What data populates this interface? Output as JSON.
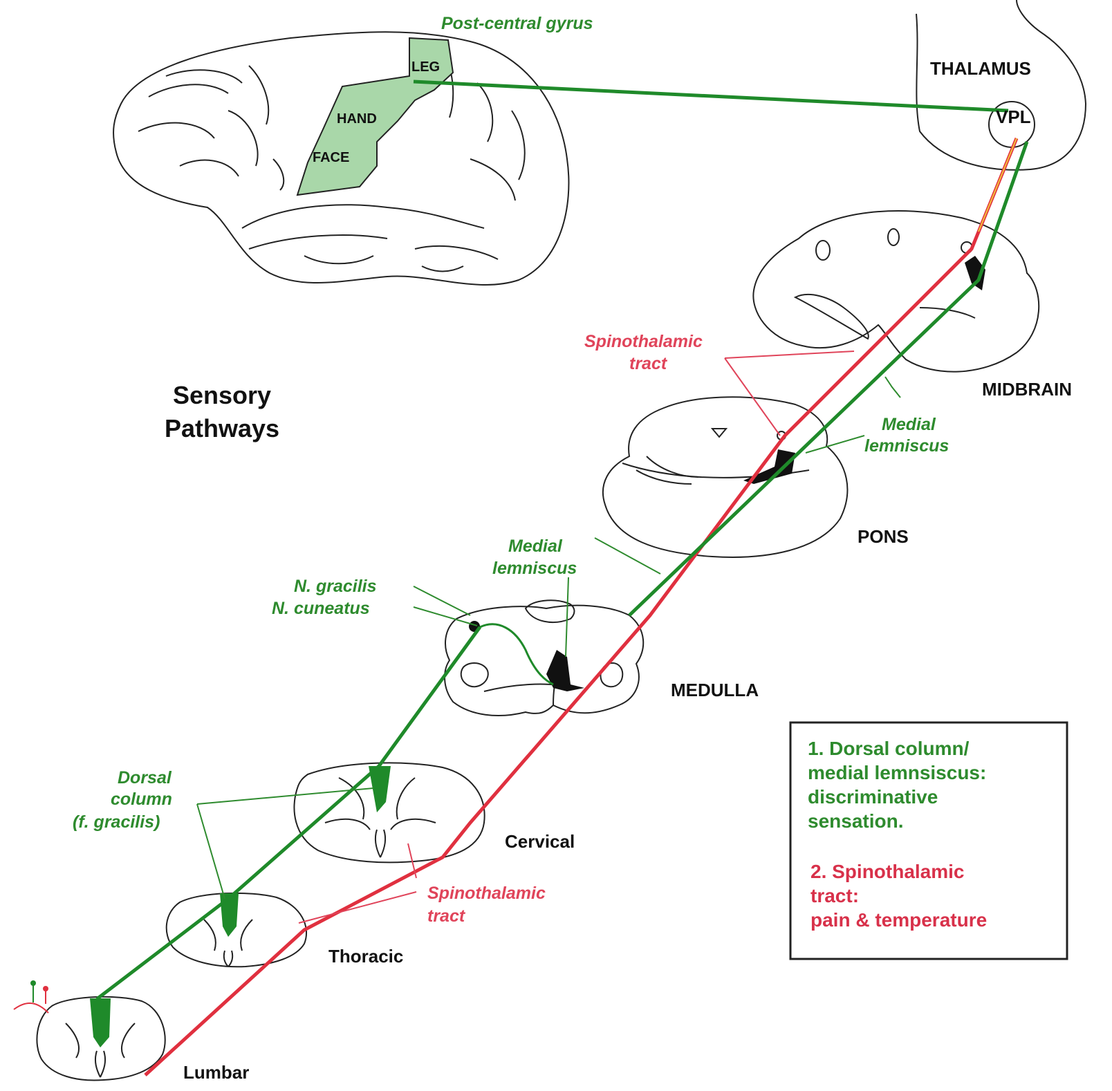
{
  "title": {
    "line1": "Sensory",
    "line2": "Pathways"
  },
  "cortex": {
    "gyrus_label": "Post-central gyrus",
    "leg": "LEG",
    "hand": "HAND",
    "face": "FACE"
  },
  "regions": {
    "thalamus": "THALAMUS",
    "vpl": "VPL",
    "midbrain": "MIDBRAIN",
    "pons": "PONS",
    "medulla": "MEDULLA",
    "cervical": "Cervical",
    "thoracic": "Thoracic",
    "lumbar": "Lumbar"
  },
  "labels": {
    "spinothalamic_upper_1": "Spinothalamic",
    "spinothalamic_upper_2": "tract",
    "medial_lemniscus_upper_1": "Medial",
    "medial_lemniscus_upper_2": "lemniscus",
    "medial_lemniscus_lower_1": "Medial",
    "medial_lemniscus_lower_2": "lemniscus",
    "n_gracilis": "N. gracilis",
    "n_cuneatus": "N. cuneatus",
    "dorsal_column_1": "Dorsal",
    "dorsal_column_2": "column",
    "dorsal_column_3": "(f. gracilis)",
    "spinothalamic_lower_1": "Spinothalamic",
    "spinothalamic_lower_2": "tract"
  },
  "legend": {
    "item1_line1": "1. Dorsal column/",
    "item1_line2": "medial lemnsiscus:",
    "item1_line3": "discriminative",
    "item1_line4": "sensation.",
    "item2_line1": "2. Spinothalamic",
    "item2_line2": "tract:",
    "item2_line3": "pain & temperature"
  },
  "colors": {
    "green_pathway": "#1f8a2a",
    "red_pathway": "#e0303f",
    "cortex_fill": "#a9d7a9"
  }
}
